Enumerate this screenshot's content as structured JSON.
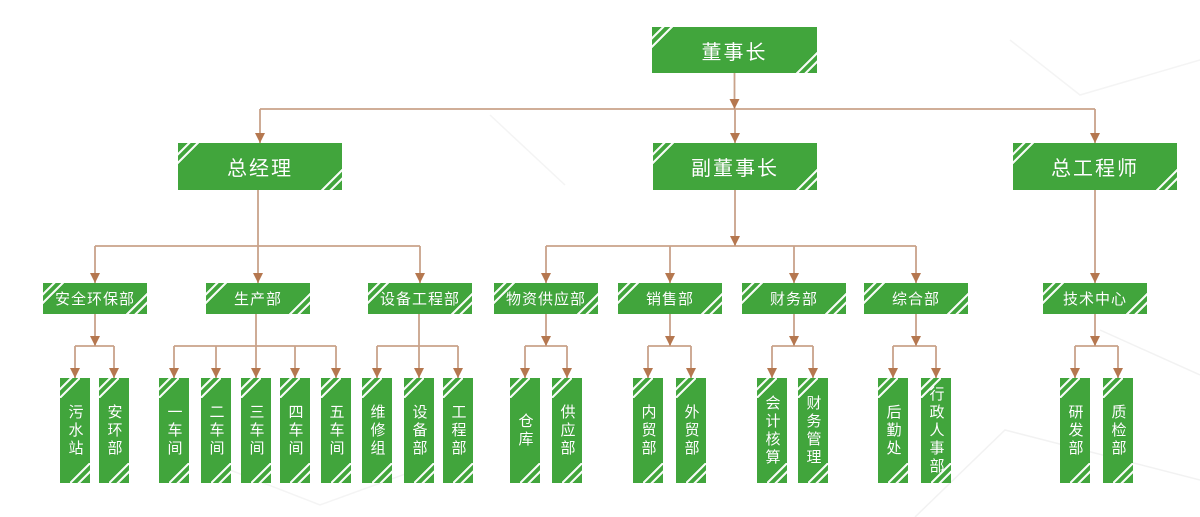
{
  "diagram": {
    "type": "org-chart",
    "colors": {
      "box_fill": "#41A53C",
      "box_text": "#FFFFFF",
      "line": "#C9A28A",
      "arrow": "#B5774F",
      "corner_stripe": "#FFFFFF"
    },
    "nodes": [
      {
        "id": "chairman",
        "label": "董事长",
        "level": 1,
        "parent": null
      },
      {
        "id": "general-manager",
        "label": "总经理",
        "level": 2,
        "parent": "chairman"
      },
      {
        "id": "vice-chairman",
        "label": "副董事长",
        "level": 2,
        "parent": "chairman"
      },
      {
        "id": "chief-engineer",
        "label": "总工程师",
        "level": 2,
        "parent": "chairman"
      },
      {
        "id": "safety-env",
        "label": "安全环保部",
        "level": 3,
        "parent": "general-manager"
      },
      {
        "id": "production",
        "label": "生产部",
        "level": 3,
        "parent": "general-manager"
      },
      {
        "id": "equipment-eng",
        "label": "设备工程部",
        "level": 3,
        "parent": "general-manager"
      },
      {
        "id": "material-supply",
        "label": "物资供应部",
        "level": 3,
        "parent": "vice-chairman"
      },
      {
        "id": "sales",
        "label": "销售部",
        "level": 3,
        "parent": "vice-chairman"
      },
      {
        "id": "finance",
        "label": "财务部",
        "level": 3,
        "parent": "vice-chairman"
      },
      {
        "id": "general-affairs",
        "label": "综合部",
        "level": 3,
        "parent": "vice-chairman"
      },
      {
        "id": "tech-center",
        "label": "技术中心",
        "level": 3,
        "parent": "chief-engineer"
      },
      {
        "id": "sewage-station",
        "label": "污水站",
        "level": 4,
        "parent": "safety-env"
      },
      {
        "id": "safety-dept",
        "label": "安环部",
        "level": 4,
        "parent": "safety-env"
      },
      {
        "id": "workshop-1",
        "label": "一车间",
        "level": 4,
        "parent": "production"
      },
      {
        "id": "workshop-2",
        "label": "二车间",
        "level": 4,
        "parent": "production"
      },
      {
        "id": "workshop-3",
        "label": "三车间",
        "level": 4,
        "parent": "production"
      },
      {
        "id": "workshop-4",
        "label": "四车间",
        "level": 4,
        "parent": "production"
      },
      {
        "id": "workshop-5",
        "label": "五车间",
        "level": 4,
        "parent": "production"
      },
      {
        "id": "maintenance",
        "label": "维修组",
        "level": 4,
        "parent": "equipment-eng"
      },
      {
        "id": "equipment-dept",
        "label": "设备部",
        "level": 4,
        "parent": "equipment-eng"
      },
      {
        "id": "engineering-dept",
        "label": "工程部",
        "level": 4,
        "parent": "equipment-eng"
      },
      {
        "id": "warehouse",
        "label": "仓库",
        "level": 4,
        "parent": "material-supply"
      },
      {
        "id": "supply-dept",
        "label": "供应部",
        "level": 4,
        "parent": "material-supply"
      },
      {
        "id": "domestic-trade",
        "label": "内贸部",
        "level": 4,
        "parent": "sales"
      },
      {
        "id": "foreign-trade",
        "label": "外贸部",
        "level": 4,
        "parent": "sales"
      },
      {
        "id": "accounting",
        "label": "会计核算",
        "level": 4,
        "parent": "finance"
      },
      {
        "id": "financial-mgmt",
        "label": "财务管理",
        "level": 4,
        "parent": "finance"
      },
      {
        "id": "logistics",
        "label": "后勤处",
        "level": 4,
        "parent": "general-affairs"
      },
      {
        "id": "admin-hr",
        "label": "行政人事部",
        "level": 4,
        "parent": "general-affairs"
      },
      {
        "id": "rd-dept",
        "label": "研发部",
        "level": 4,
        "parent": "tech-center"
      },
      {
        "id": "qc-dept",
        "label": "质检部",
        "level": 4,
        "parent": "tech-center"
      }
    ]
  }
}
